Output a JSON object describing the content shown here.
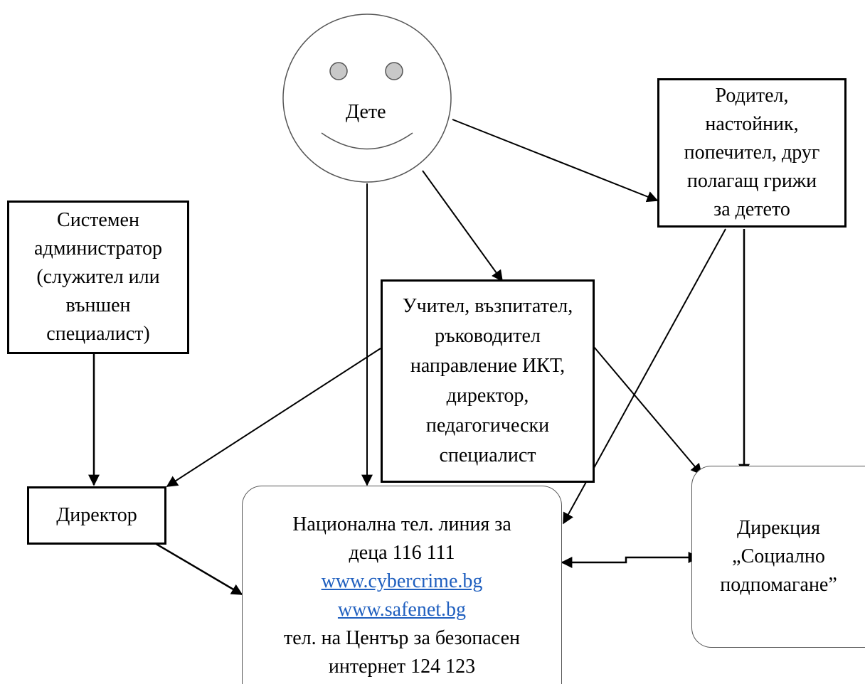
{
  "child": {
    "label": "Дете"
  },
  "sysadmin": {
    "lines": [
      "Системен",
      "администратор",
      "(служител или",
      "външен",
      "специалист)"
    ]
  },
  "parent": {
    "lines": [
      "Родител,",
      "настойник,",
      "попечител, друг",
      "полагащ грижи",
      "за детето"
    ]
  },
  "teacher": {
    "lines": [
      "Учител, възпитател,",
      "ръководител",
      "направление ИКТ,",
      "директор,",
      "педагогически",
      "специалист"
    ]
  },
  "director": {
    "label": "Директор"
  },
  "national": {
    "line1": "Национална тел. линия за",
    "line2": "деца 116 111",
    "link1": "www.cybercrime.bg",
    "link2": "www.safenet.bg",
    "line3": "тел. на Център за безопасен",
    "line4": "интернет 124 123"
  },
  "social": {
    "lines": [
      "Дирекция",
      "„Социално",
      "подпомагане”"
    ]
  },
  "colors": {
    "link": "#1f5fbf",
    "line": "#000000",
    "face": "#555555",
    "eye": "#c8c8c8"
  }
}
